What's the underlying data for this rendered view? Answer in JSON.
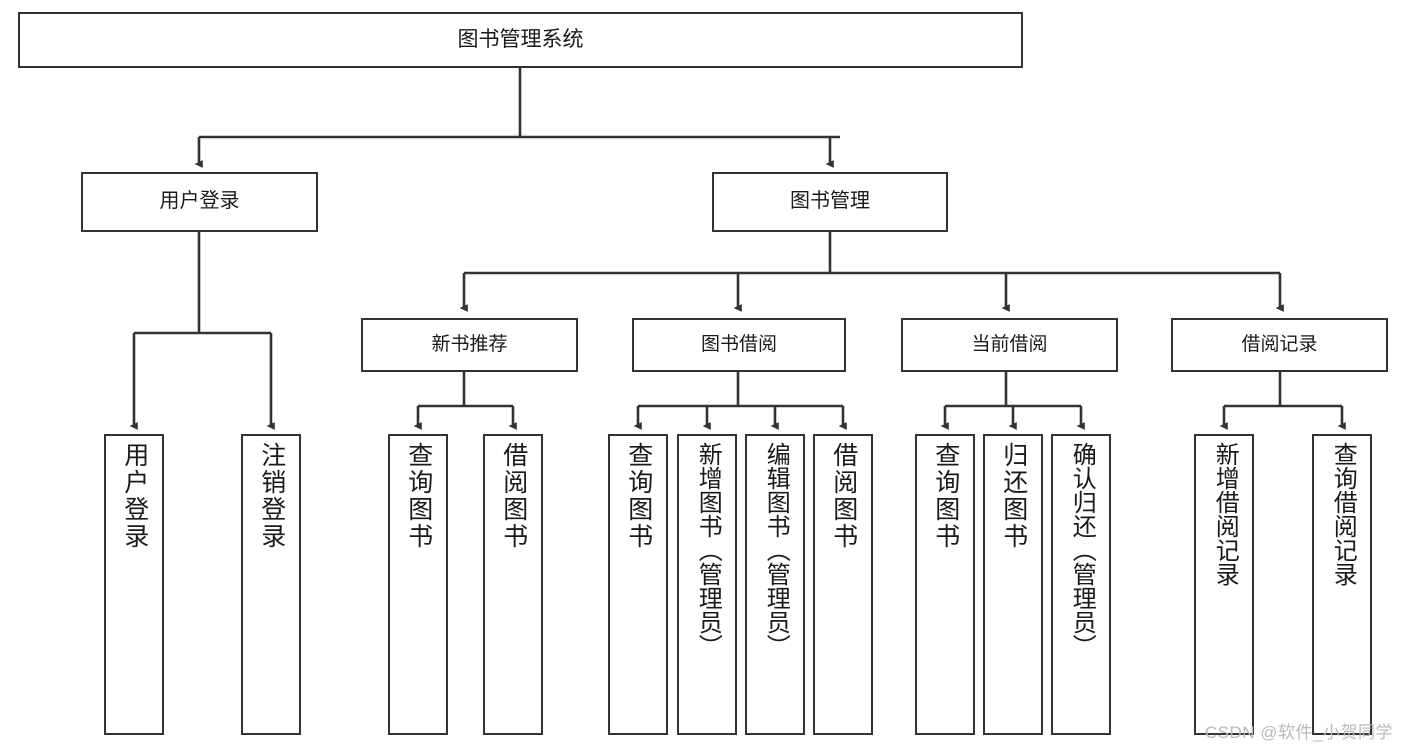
{
  "diagram": {
    "type": "tree-hierarchy",
    "title": "图书管理系统",
    "watermark": "CSDN @软件_小贺同学",
    "colors": {
      "box_border": "#333333",
      "box_fill": "#ffffff",
      "connector": "#333333",
      "text": "#1a1a1a",
      "watermark": "#b9b9b9",
      "background": "#ffffff"
    },
    "root": {
      "label": "图书管理系统"
    },
    "level1": [
      {
        "label": "用户登录"
      },
      {
        "label": "图书管理"
      }
    ],
    "level2": [
      {
        "label": "新书推荐",
        "parent": "图书管理"
      },
      {
        "label": "图书借阅",
        "parent": "图书管理"
      },
      {
        "label": "当前借阅",
        "parent": "图书管理"
      },
      {
        "label": "借阅记录",
        "parent": "图书管理"
      }
    ],
    "leaves": [
      {
        "label": "用户登录",
        "parent": "用户登录"
      },
      {
        "label": "注销登录",
        "parent": "用户登录"
      },
      {
        "label": "查询图书",
        "parent": "新书推荐"
      },
      {
        "label": "借阅图书",
        "parent": "新书推荐"
      },
      {
        "label": "查询图书",
        "parent": "图书借阅"
      },
      {
        "label": "新增图书（管理员）",
        "parent": "图书借阅"
      },
      {
        "label": "编辑图书（管理员）",
        "parent": "图书借阅"
      },
      {
        "label": "借阅图书",
        "parent": "图书借阅"
      },
      {
        "label": "查询图书",
        "parent": "当前借阅"
      },
      {
        "label": "归还图书",
        "parent": "当前借阅"
      },
      {
        "label": "确认归还（管理员）",
        "parent": "当前借阅"
      },
      {
        "label": "新增借阅记录",
        "parent": "借阅记录"
      },
      {
        "label": "查询借阅记录",
        "parent": "借阅记录"
      }
    ]
  }
}
